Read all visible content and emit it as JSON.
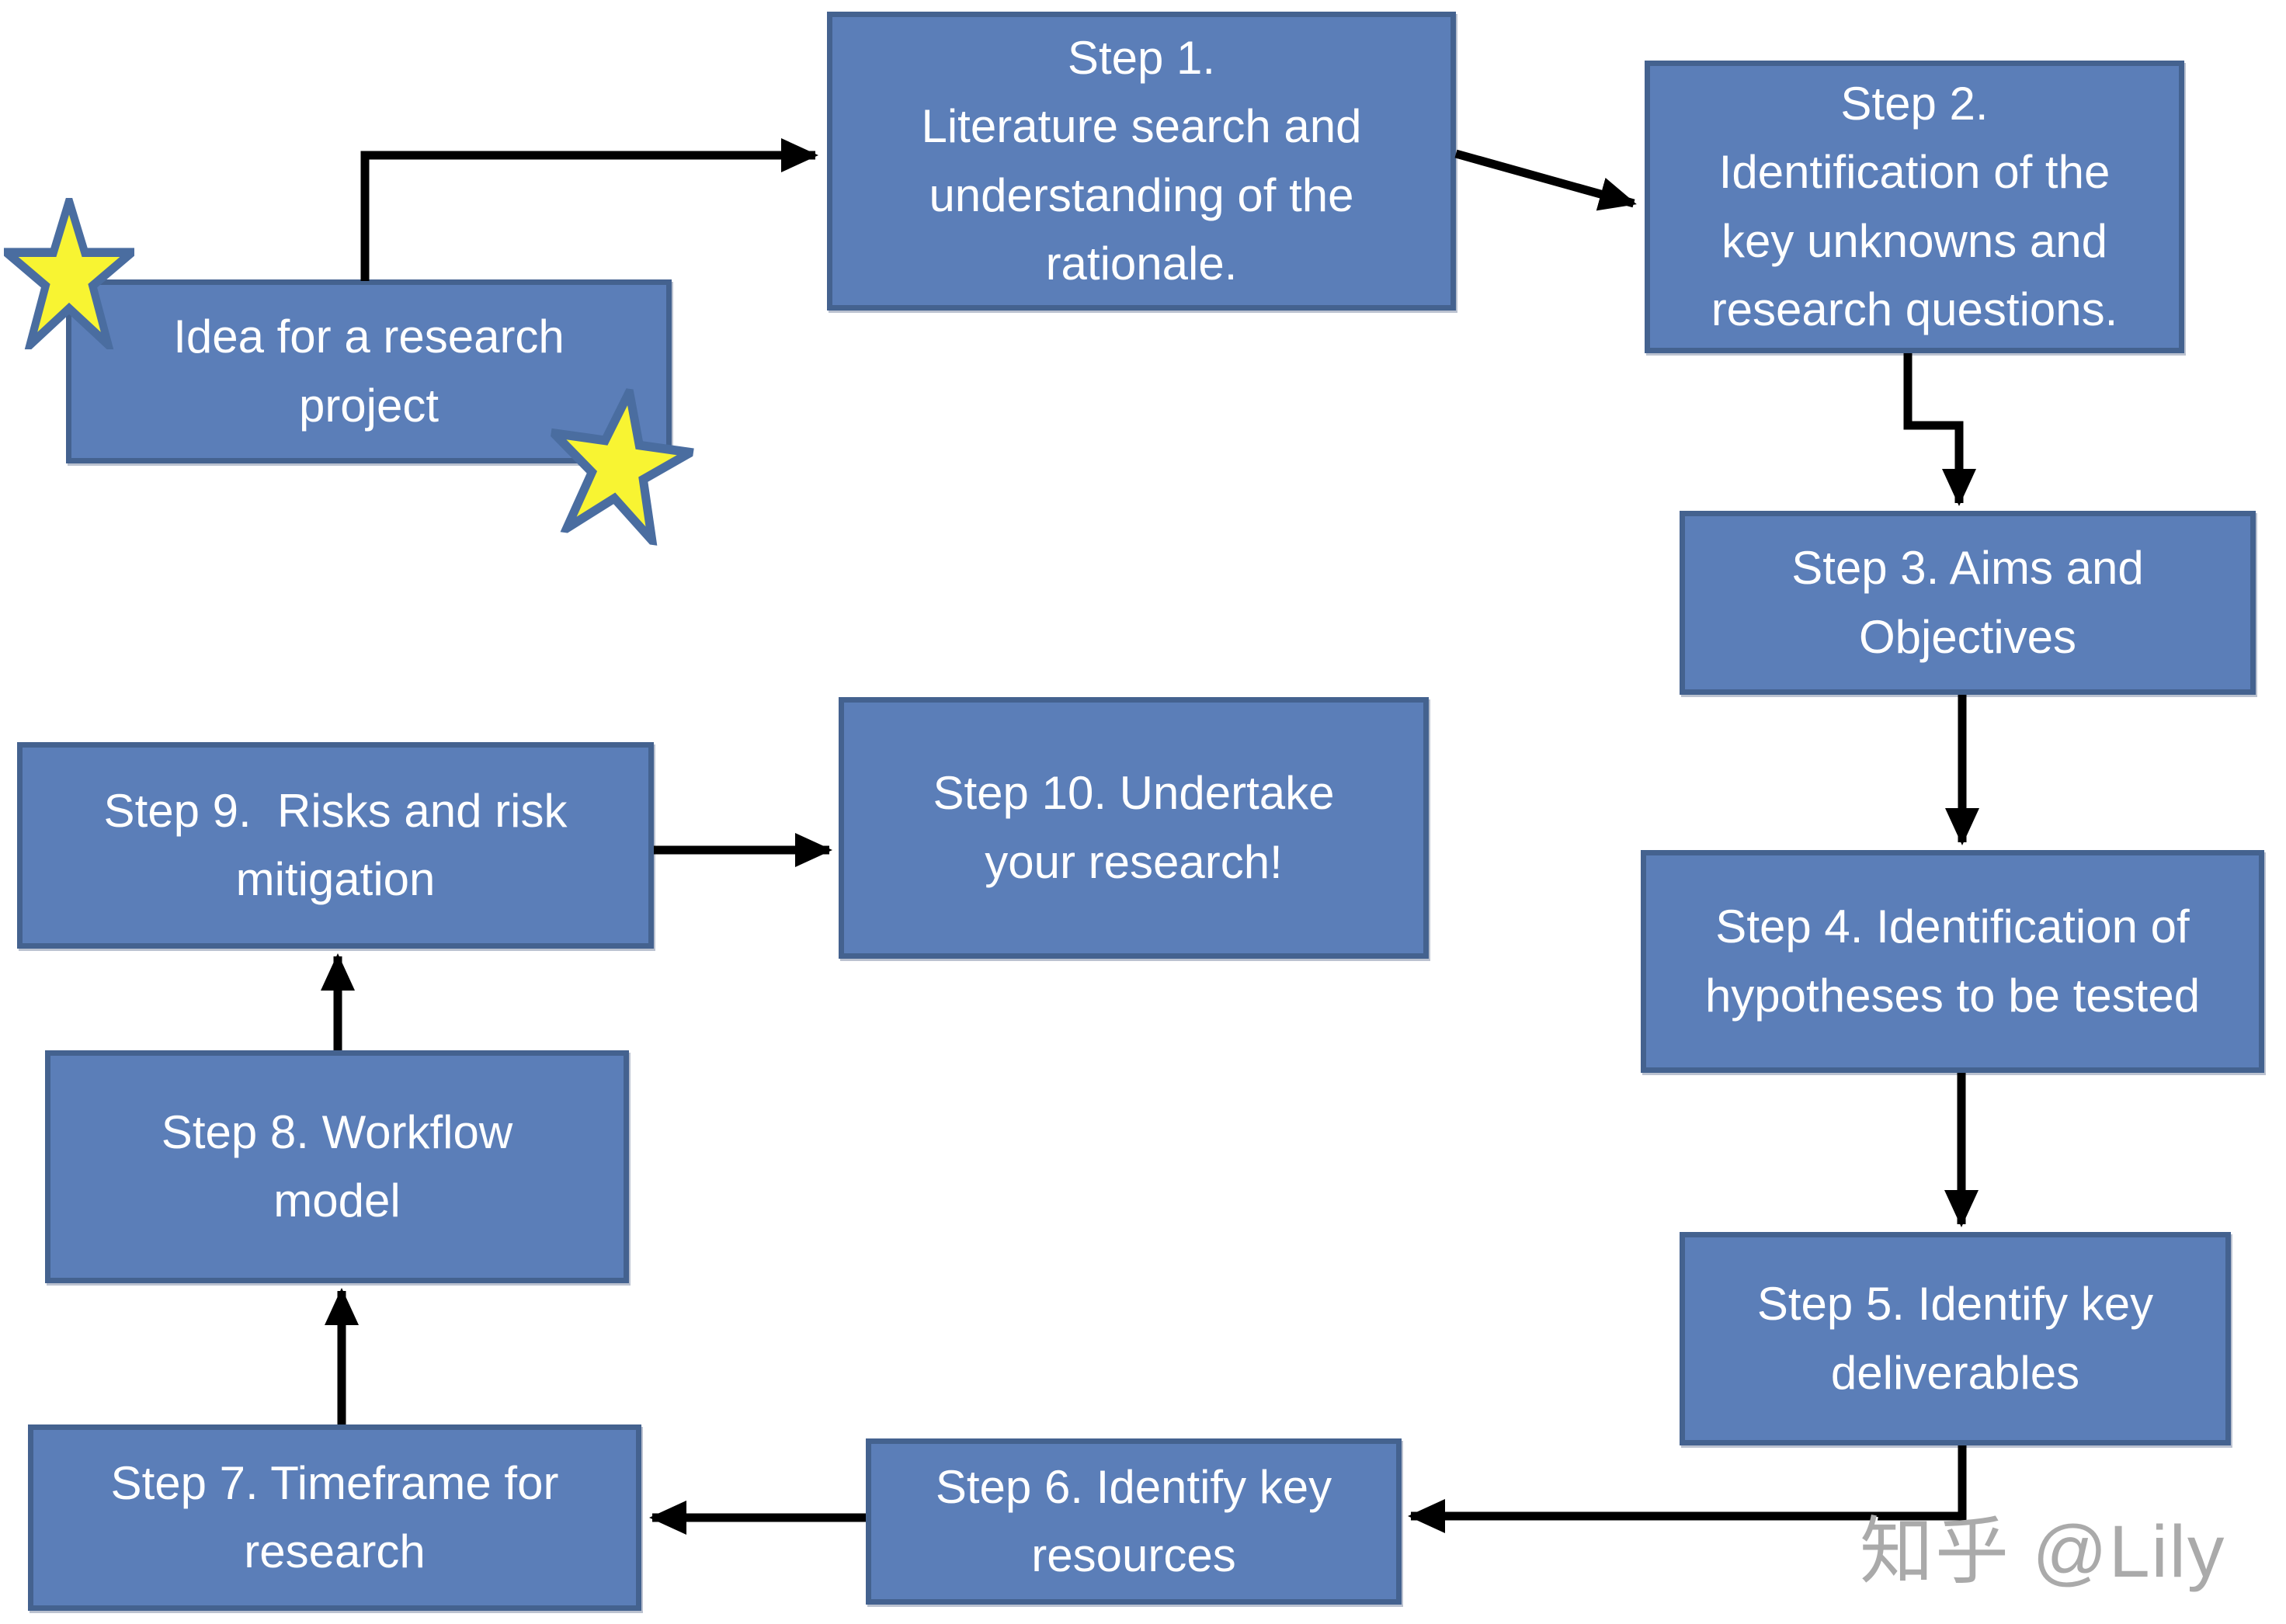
{
  "diagram": {
    "nodes": [
      {
        "id": "idea",
        "label": "Idea for a research\nproject"
      },
      {
        "id": "step1",
        "label": "Step 1.\nLiterature search and\nunderstanding of the\nrationale."
      },
      {
        "id": "step2",
        "label": "Step 2.\nIdentification of the\nkey unknowns and\nresearch questions."
      },
      {
        "id": "step3",
        "label": "Step 3. Aims and\nObjectives"
      },
      {
        "id": "step4",
        "label": "Step 4. Identification of\nhypotheses to be tested"
      },
      {
        "id": "step5",
        "label": "Step 5. Identify key\ndeliverables"
      },
      {
        "id": "step6",
        "label": "Step 6. Identify key\nresources"
      },
      {
        "id": "step7",
        "label": "Step 7. Timeframe for\nresearch"
      },
      {
        "id": "step8",
        "label": "Step 8. Workflow\nmodel"
      },
      {
        "id": "step9",
        "label": "Step 9.  Risks and risk\nmitigation"
      },
      {
        "id": "step10",
        "label": "Step 10. Undertake\nyour research!"
      }
    ],
    "flow_order": [
      "Idea for a research project",
      "Step 1",
      "Step 2",
      "Step 3",
      "Step 4",
      "Step 5",
      "Step 6",
      "Step 7",
      "Step 8",
      "Step 9",
      "Step 10"
    ],
    "colors": {
      "node_fill": "#5b7eb8",
      "node_border": "#44628f",
      "node_text": "#ffffff",
      "arrow": "#000000",
      "star_fill": "#f8f432",
      "star_stroke": "#4a6da0",
      "watermark": "#aaaaaa"
    },
    "watermark": "知乎 @Lily"
  }
}
